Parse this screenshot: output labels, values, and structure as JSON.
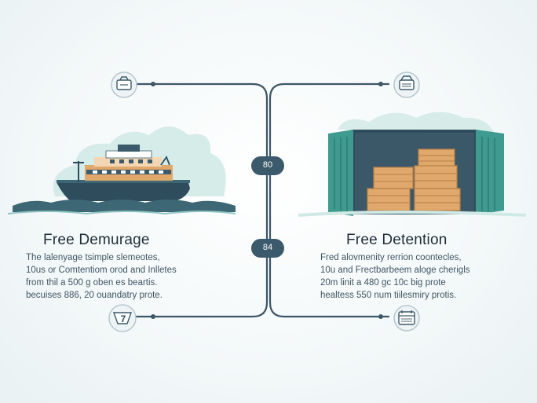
{
  "timeline": {
    "node_top_label": "80",
    "node_mid_label": "84",
    "node_bottom_left_label": "7"
  },
  "left_panel": {
    "title": "Free Demurage",
    "desc_lines": [
      "The lalenyage tsimple slemeotes,",
      "10us or Comtentiom orod and Inlletes",
      "from thil a 500 g oben es beartis.",
      "becuises 886, 20 ouandatry prote."
    ]
  },
  "right_panel": {
    "title": "Free Detention",
    "desc_lines": [
      "Fred alovmenity rerrion coontecles,",
      "10u and Frectbarbeem aloge cherigls",
      "20m linit a 480 gc 10c big prote",
      "healtess 550 num tiilesmiry protis."
    ]
  },
  "colors": {
    "line": "#3c5667",
    "node": "#3b5a6b",
    "teal": "#3f9a8f",
    "sea": "#3d6775",
    "crate": "#e0a86a"
  },
  "icons": {
    "top_left": "cargo-bag-icon",
    "top_right": "cargo-box-icon",
    "bottom_left": "badge-seven-icon",
    "bottom_right": "calendar-icon"
  }
}
